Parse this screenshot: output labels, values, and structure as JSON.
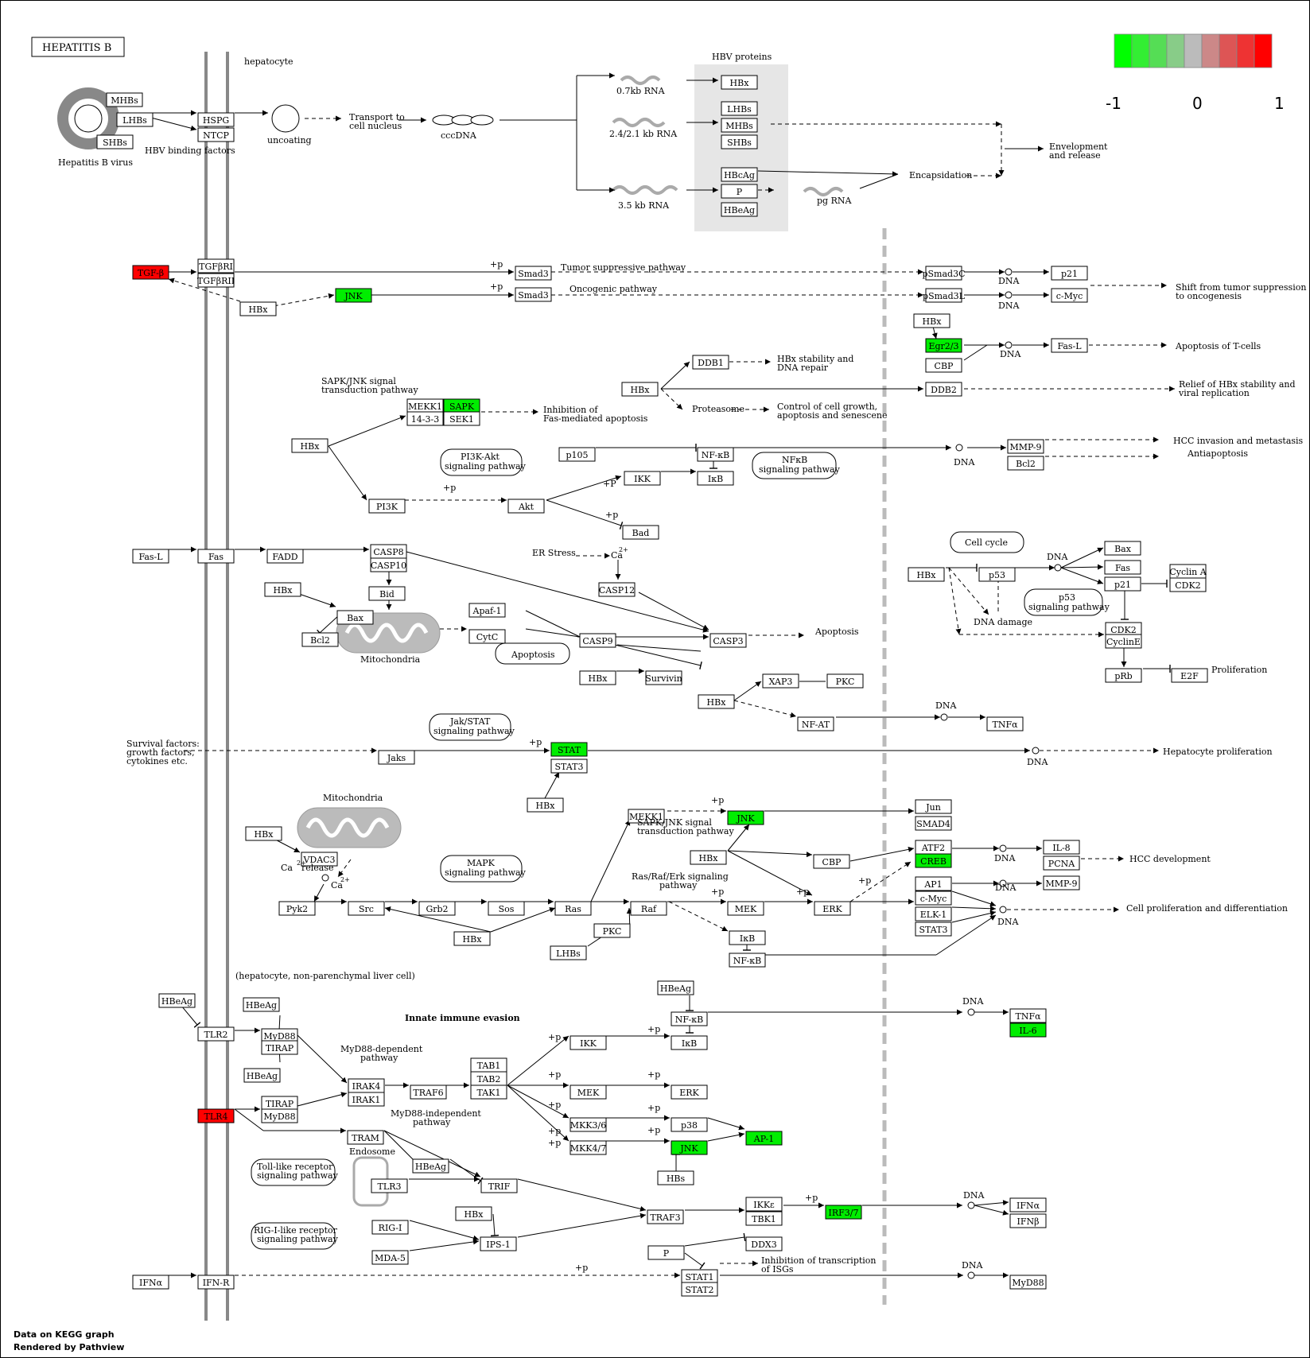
{
  "title": "HEPATITIS B",
  "legend": {
    "colors": [
      "#00ff00",
      "#33ee33",
      "#55dd55",
      "#88cc88",
      "#bbbbbb",
      "#cc8888",
      "#dd5555",
      "#ee3333",
      "#ff0000"
    ],
    "labels": [
      "-1",
      "0",
      "1"
    ]
  },
  "footer": {
    "line1": "Data on KEGG graph",
    "line2": "Rendered by Pathview"
  },
  "colors": {
    "up": "#ff0000",
    "down": "#00ee00",
    "neutral": "#ffffff",
    "hbv_box": "#e6e6e6",
    "membrane": "#888888"
  },
  "nodes": [
    {
      "id": "MHBs_v",
      "label": "MHBs"
    },
    {
      "id": "LHBs_v",
      "label": "LHBs"
    },
    {
      "id": "SHBs_v",
      "label": "SHBs"
    },
    {
      "id": "HSPG",
      "label": "HSPG"
    },
    {
      "id": "NTCP",
      "label": "NTCP"
    },
    {
      "id": "HBx_p",
      "label": "HBx"
    },
    {
      "id": "LHBs_p",
      "label": "LHBs"
    },
    {
      "id": "MHBs_p",
      "label": "MHBs"
    },
    {
      "id": "SHBs_p",
      "label": "SHBs"
    },
    {
      "id": "HBcAg",
      "label": "HBcAg"
    },
    {
      "id": "P_p",
      "label": "P"
    },
    {
      "id": "HBeAg_p",
      "label": "HBeAg"
    },
    {
      "id": "TGFb",
      "label": "TGF-β",
      "color": "up"
    },
    {
      "id": "TGFbRI",
      "label": "TGFβRI"
    },
    {
      "id": "TGFbRII",
      "label": "TGFβRII"
    },
    {
      "id": "HBx1",
      "label": "HBx"
    },
    {
      "id": "JNK1",
      "label": "JNK",
      "color": "down"
    },
    {
      "id": "Smad3a",
      "label": "Smad3"
    },
    {
      "id": "Smad3b",
      "label": "Smad3"
    },
    {
      "id": "pSmad3C",
      "label": "pSmad3C"
    },
    {
      "id": "pSmad3L",
      "label": "pSmad3L"
    },
    {
      "id": "p21a",
      "label": "p21"
    },
    {
      "id": "cMyc1",
      "label": "c-Myc"
    },
    {
      "id": "HBx2",
      "label": "HBx"
    },
    {
      "id": "Egr23",
      "label": "Egr2/3",
      "color": "down"
    },
    {
      "id": "CBP1",
      "label": "CBP"
    },
    {
      "id": "FasL2",
      "label": "Fas-L"
    },
    {
      "id": "DDB1",
      "label": "DDB1"
    },
    {
      "id": "HBx3",
      "label": "HBx"
    },
    {
      "id": "DDB2",
      "label": "DDB2"
    },
    {
      "id": "MEKK1a",
      "label": "MEKK1"
    },
    {
      "id": "SAPK",
      "label": "SAPK",
      "color": "down"
    },
    {
      "id": "1433",
      "label": "14-3-3"
    },
    {
      "id": "SEK1",
      "label": "SEK1"
    },
    {
      "id": "HBx4",
      "label": "HBx"
    },
    {
      "id": "p105",
      "label": "p105"
    },
    {
      "id": "NFkB1",
      "label": "NF-κB"
    },
    {
      "id": "IkB1",
      "label": "IκB"
    },
    {
      "id": "IKK1",
      "label": "IKK"
    },
    {
      "id": "MMP9a",
      "label": "MMP-9"
    },
    {
      "id": "Bcl2a",
      "label": "Bcl2"
    },
    {
      "id": "PI3K",
      "label": "PI3K"
    },
    {
      "id": "Akt",
      "label": "Akt"
    },
    {
      "id": "Bad",
      "label": "Bad"
    },
    {
      "id": "FasL1",
      "label": "Fas-L"
    },
    {
      "id": "Fas",
      "label": "Fas"
    },
    {
      "id": "FADD",
      "label": "FADD"
    },
    {
      "id": "CASP8",
      "label": "CASP8"
    },
    {
      "id": "CASP10",
      "label": "CASP10"
    },
    {
      "id": "HBx5",
      "label": "HBx"
    },
    {
      "id": "Bid",
      "label": "Bid"
    },
    {
      "id": "Bax1",
      "label": "Bax"
    },
    {
      "id": "Bcl2b",
      "label": "Bcl2"
    },
    {
      "id": "Apaf1",
      "label": "Apaf-1"
    },
    {
      "id": "CytC",
      "label": "CytC"
    },
    {
      "id": "CASP9",
      "label": "CASP9"
    },
    {
      "id": "CASP3",
      "label": "CASP3"
    },
    {
      "id": "CASP12",
      "label": "CASP12"
    },
    {
      "id": "HBx6",
      "label": "HBx"
    },
    {
      "id": "Survivin",
      "label": "Survivin"
    },
    {
      "id": "HBx7",
      "label": "HBx"
    },
    {
      "id": "XAP3",
      "label": "XAP3"
    },
    {
      "id": "PKC1",
      "label": "PKC"
    },
    {
      "id": "NFAT",
      "label": "NF-AT"
    },
    {
      "id": "TNFa1",
      "label": "TNFα"
    },
    {
      "id": "HBx8",
      "label": "HBx"
    },
    {
      "id": "p53",
      "label": "p53"
    },
    {
      "id": "Bax2",
      "label": "Bax"
    },
    {
      "id": "Fas2",
      "label": "Fas"
    },
    {
      "id": "p21b",
      "label": "p21"
    },
    {
      "id": "CyclinA",
      "label": "Cyclin A"
    },
    {
      "id": "CDK2a",
      "label": "CDK2"
    },
    {
      "id": "CDK2b",
      "label": "CDK2"
    },
    {
      "id": "CyclinE",
      "label": "CyclinE"
    },
    {
      "id": "pRb",
      "label": "pRb"
    },
    {
      "id": "E2F",
      "label": "E2F"
    },
    {
      "id": "Jaks",
      "label": "Jaks"
    },
    {
      "id": "STAT",
      "label": "STAT",
      "color": "down"
    },
    {
      "id": "STAT3a",
      "label": "STAT3"
    },
    {
      "id": "HBx9",
      "label": "HBx"
    },
    {
      "id": "HBx10",
      "label": "HBx"
    },
    {
      "id": "VDAC3",
      "label": "VDAC3"
    },
    {
      "id": "Pyk2",
      "label": "Pyk2"
    },
    {
      "id": "Src",
      "label": "Src"
    },
    {
      "id": "Grb2",
      "label": "Grb2"
    },
    {
      "id": "Sos",
      "label": "Sos"
    },
    {
      "id": "Ras",
      "label": "Ras"
    },
    {
      "id": "HBx11",
      "label": "HBx"
    },
    {
      "id": "MEKK1b",
      "label": "MEKK1"
    },
    {
      "id": "JNK2",
      "label": "JNK",
      "color": "down"
    },
    {
      "id": "Jun",
      "label": "Jun"
    },
    {
      "id": "SMAD4",
      "label": "SMAD4"
    },
    {
      "id": "HBx12",
      "label": "HBx"
    },
    {
      "id": "CBP2",
      "label": "CBP"
    },
    {
      "id": "ATF2",
      "label": "ATF2"
    },
    {
      "id": "CREB",
      "label": "CREB",
      "color": "down"
    },
    {
      "id": "IL8",
      "label": "IL-8"
    },
    {
      "id": "PCNA",
      "label": "PCNA"
    },
    {
      "id": "Raf",
      "label": "Raf"
    },
    {
      "id": "MEK1",
      "label": "MEK"
    },
    {
      "id": "ERK1",
      "label": "ERK"
    },
    {
      "id": "PKC2",
      "label": "PKC"
    },
    {
      "id": "LHBs2",
      "label": "LHBs"
    },
    {
      "id": "IkB2",
      "label": "IκB"
    },
    {
      "id": "NFkB2",
      "label": "NF-κB"
    },
    {
      "id": "AP1a",
      "label": "AP1"
    },
    {
      "id": "cMyc2",
      "label": "c-Myc"
    },
    {
      "id": "ELK1",
      "label": "ELK-1"
    },
    {
      "id": "STAT3b",
      "label": "STAT3"
    },
    {
      "id": "MMP9b",
      "label": "MMP-9"
    },
    {
      "id": "HBeAg1",
      "label": "HBeAg"
    },
    {
      "id": "TLR2",
      "label": "TLR2"
    },
    {
      "id": "HBeAg2",
      "label": "HBeAg"
    },
    {
      "id": "MyD88a",
      "label": "MyD88"
    },
    {
      "id": "TIRAP1",
      "label": "TIRAP"
    },
    {
      "id": "HBeAg3",
      "label": "HBeAg"
    },
    {
      "id": "TLR4",
      "label": "TLR4",
      "color": "up"
    },
    {
      "id": "TIRAP2",
      "label": "TIRAP"
    },
    {
      "id": "MyD88b",
      "label": "MyD88"
    },
    {
      "id": "IRAK4",
      "label": "IRAK4"
    },
    {
      "id": "IRAK1",
      "label": "IRAK1"
    },
    {
      "id": "TRAF6",
      "label": "TRAF6"
    },
    {
      "id": "TAB1",
      "label": "TAB1"
    },
    {
      "id": "TAB2",
      "label": "TAB2"
    },
    {
      "id": "TAK1",
      "label": "TAK1"
    },
    {
      "id": "HBeAg4",
      "label": "HBeAg"
    },
    {
      "id": "NFkB3",
      "label": "NF-κB"
    },
    {
      "id": "IKK2",
      "label": "IKK"
    },
    {
      "id": "IkB3",
      "label": "IκB"
    },
    {
      "id": "MEK2",
      "label": "MEK"
    },
    {
      "id": "ERK2",
      "label": "ERK"
    },
    {
      "id": "MKK36",
      "label": "MKK3/6"
    },
    {
      "id": "p38",
      "label": "p38"
    },
    {
      "id": "MKK47",
      "label": "MKK4/7"
    },
    {
      "id": "JNK3",
      "label": "JNK",
      "color": "down"
    },
    {
      "id": "AP1b",
      "label": "AP-1",
      "color": "down"
    },
    {
      "id": "HBs",
      "label": "HBs"
    },
    {
      "id": "TNFa2",
      "label": "TNFα"
    },
    {
      "id": "IL6",
      "label": "IL-6",
      "color": "down"
    },
    {
      "id": "TRAM",
      "label": "TRAM"
    },
    {
      "id": "HBeAg5",
      "label": "HBeAg"
    },
    {
      "id": "TLR3",
      "label": "TLR3"
    },
    {
      "id": "TRIF",
      "label": "TRIF"
    },
    {
      "id": "TRAF3",
      "label": "TRAF3"
    },
    {
      "id": "IKKe",
      "label": "IKKε"
    },
    {
      "id": "TBK1",
      "label": "TBK1"
    },
    {
      "id": "IRF37",
      "label": "IRF3/7",
      "color": "down"
    },
    {
      "id": "IFNa2",
      "label": "IFNα"
    },
    {
      "id": "IFNb",
      "label": "IFNβ"
    },
    {
      "id": "DDX3",
      "label": "DDX3"
    },
    {
      "id": "HBx13",
      "label": "HBx"
    },
    {
      "id": "RIGI",
      "label": "RIG-I"
    },
    {
      "id": "MDA5",
      "label": "MDA-5"
    },
    {
      "id": "IPS1",
      "label": "IPS-1"
    },
    {
      "id": "P2",
      "label": "P"
    },
    {
      "id": "IFNa1",
      "label": "IFNα"
    },
    {
      "id": "IFNR",
      "label": "IFN-R"
    },
    {
      "id": "STAT1",
      "label": "STAT1"
    },
    {
      "id": "STAT2",
      "label": "STAT2"
    },
    {
      "id": "MyD88c",
      "label": "MyD88"
    }
  ],
  "labels": [
    {
      "id": "hepatocyte",
      "text": "hepatocyte"
    },
    {
      "id": "hbv_virus",
      "text": "Hepatitis B virus"
    },
    {
      "id": "binding",
      "text": "HBV binding factors"
    },
    {
      "id": "uncoating",
      "text": "uncoating"
    },
    {
      "id": "transport1",
      "text": "Transport to"
    },
    {
      "id": "transport2",
      "text": "cell nucleus"
    },
    {
      "id": "cccdna",
      "text": "cccDNA"
    },
    {
      "id": "rna07",
      "text": "0.7kb RNA"
    },
    {
      "id": "rna24",
      "text": "2.4/2.1 kb RNA"
    },
    {
      "id": "rna35",
      "text": "3.5 kb RNA"
    },
    {
      "id": "pgrna",
      "text": "pg RNA"
    },
    {
      "id": "hbvprot",
      "text": "HBV proteins"
    },
    {
      "id": "encaps",
      "text": "Encapsidation"
    },
    {
      "id": "envel1",
      "text": "Envelopment"
    },
    {
      "id": "envel2",
      "text": "and release"
    },
    {
      "id": "tumsup",
      "text": "Tumor suppressive pathway"
    },
    {
      "id": "oncog",
      "text": "Oncogenic pathway"
    },
    {
      "id": "shift1",
      "text": "Shift from tumor suppression"
    },
    {
      "id": "shift2",
      "text": "to oncogenesis"
    },
    {
      "id": "apoT",
      "text": "Apoptosis of T-cells"
    },
    {
      "id": "hbxstab1",
      "text": "HBx stability and"
    },
    {
      "id": "hbxstab2",
      "text": "DNA repair"
    },
    {
      "id": "proteasome",
      "text": "Proteasome"
    },
    {
      "id": "ctrl1",
      "text": "Control of cell growth,"
    },
    {
      "id": "ctrl2",
      "text": "apoptosis and  senescene"
    },
    {
      "id": "relief1",
      "text": "Relief of HBx stability and"
    },
    {
      "id": "relief2",
      "text": "viral replication"
    },
    {
      "id": "sapk1",
      "text": "SAPK/JNK signal"
    },
    {
      "id": "sapk2",
      "text": "transduction pathway"
    },
    {
      "id": "inhib1",
      "text": "Inhibition of"
    },
    {
      "id": "inhib2",
      "text": "Fas-mediated apoptosis"
    },
    {
      "id": "pi3k1",
      "text": "PI3K-Akt"
    },
    {
      "id": "pi3k2",
      "text": "signaling pathway"
    },
    {
      "id": "nfkb1",
      "text": "NFκB"
    },
    {
      "id": "nfkb2",
      "text": "signaling pathway"
    },
    {
      "id": "hccinv",
      "text": "HCC invasion and metastasis"
    },
    {
      "id": "antiapo",
      "text": "Antiapoptosis"
    },
    {
      "id": "erstress",
      "text": "ER Stress"
    },
    {
      "id": "ca1",
      "text": "Ca"
    },
    {
      "id": "mito1",
      "text": "Mitochondria"
    },
    {
      "id": "apoptosis1",
      "text": "Apoptosis"
    },
    {
      "id": "apoptosis2",
      "text": "Apoptosis"
    },
    {
      "id": "cellcycle",
      "text": "Cell cycle"
    },
    {
      "id": "dnadmg",
      "text": "DNA damage"
    },
    {
      "id": "p53p1",
      "text": "p53"
    },
    {
      "id": "p53p2",
      "text": "signaling pathway"
    },
    {
      "id": "prolif",
      "text": "Proliferation"
    },
    {
      "id": "jak1",
      "text": "Jak/STAT"
    },
    {
      "id": "jak2",
      "text": "signaling pathway"
    },
    {
      "id": "surv1",
      "text": "Survival factors:"
    },
    {
      "id": "surv2",
      "text": "growth factors,"
    },
    {
      "id": "surv3",
      "text": "cytokines etc."
    },
    {
      "id": "hepprol",
      "text": "Hepatocyte proliferation"
    },
    {
      "id": "mito2",
      "text": "Mitochondria"
    },
    {
      "id": "carel",
      "text": "Ca"
    },
    {
      "id": "release",
      "text": "release"
    },
    {
      "id": "mapk1",
      "text": "MAPK"
    },
    {
      "id": "mapk2",
      "text": "signaling pathway"
    },
    {
      "id": "sapk3",
      "text": "SAPK/JNK signal"
    },
    {
      "id": "sapk4",
      "text": "transduction pathway"
    },
    {
      "id": "rasraf1",
      "text": "Ras/Raf/Erk signaling"
    },
    {
      "id": "rasraf2",
      "text": "pathway"
    },
    {
      "id": "hccdev",
      "text": "HCC development"
    },
    {
      "id": "cellprol",
      "text": "Cell proliferation and differentiation"
    },
    {
      "id": "hepnp",
      "text": "(hepatocyte, non-parenchymal liver cell)"
    },
    {
      "id": "innate",
      "text": "Innate immune evasion"
    },
    {
      "id": "myd1",
      "text": "MyD88-dependent"
    },
    {
      "id": "myd2",
      "text": "pathway"
    },
    {
      "id": "mydi1",
      "text": "MyD88-independent"
    },
    {
      "id": "mydi2",
      "text": "pathway"
    },
    {
      "id": "endosome",
      "text": "Endosome"
    },
    {
      "id": "tlr1",
      "text": "Toll-like receptor"
    },
    {
      "id": "tlr2",
      "text": "signaling pathway"
    },
    {
      "id": "rig1",
      "text": "RIG-I-like receptor"
    },
    {
      "id": "rig2",
      "text": "signaling pathway"
    },
    {
      "id": "isg1",
      "text": "Inhibition of transcription"
    },
    {
      "id": "isg2",
      "text": "of ISGs"
    },
    {
      "id": "ca2",
      "text": "Ca"
    },
    {
      "id": "sup2a",
      "text": "2+"
    },
    {
      "id": "sup2b",
      "text": "2+"
    },
    {
      "id": "sup2c",
      "text": "2+"
    },
    {
      "id": "dna1",
      "text": "DNA"
    },
    {
      "id": "dna2",
      "text": "DNA"
    },
    {
      "id": "dna3",
      "text": "DNA"
    },
    {
      "id": "dna4",
      "text": "DNA"
    },
    {
      "id": "dna5",
      "text": "DNA"
    },
    {
      "id": "dna6",
      "text": "DNA"
    },
    {
      "id": "dna7",
      "text": "DNA"
    },
    {
      "id": "dna8",
      "text": "DNA"
    },
    {
      "id": "dna9",
      "text": "DNA"
    },
    {
      "id": "dna10",
      "text": "DNA"
    },
    {
      "id": "dna11",
      "text": "DNA"
    },
    {
      "id": "dna12",
      "text": "DNA"
    },
    {
      "id": "dna13",
      "text": "DNA"
    },
    {
      "id": "dna14",
      "text": "DNA"
    },
    {
      "id": "pl",
      "text": "+p"
    },
    {
      "id": "pP",
      "text": "+P"
    }
  ]
}
